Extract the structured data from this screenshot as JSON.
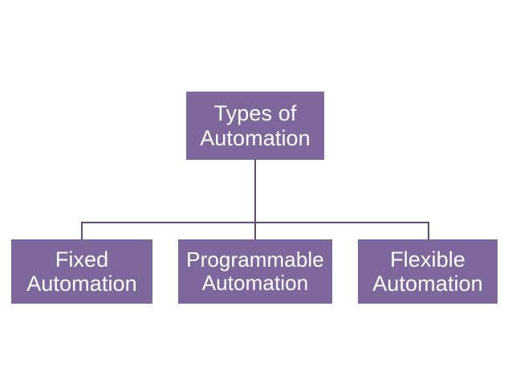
{
  "diagram": {
    "type": "hierarchy-tree",
    "title": "Types of Automation",
    "background_color": "#ffffff",
    "node_fill_color": "#7d679c",
    "node_text_color": "#ffffff",
    "connector_color": "#5f4a7a",
    "root": {
      "id": "root",
      "label": "Types of\nAutomation",
      "line1": "Types of",
      "line2": "Automation"
    },
    "children": [
      {
        "id": "fixed",
        "label": "Fixed\nAutomation",
        "line1": "Fixed",
        "line2": "Automation"
      },
      {
        "id": "programmable",
        "label": "Programmable\nAutomation",
        "line1": "Programmable",
        "line2": "Automation"
      },
      {
        "id": "flexible",
        "label": "Flexible\nAutomation",
        "line1": "Flexible",
        "line2": "Automation"
      }
    ]
  }
}
